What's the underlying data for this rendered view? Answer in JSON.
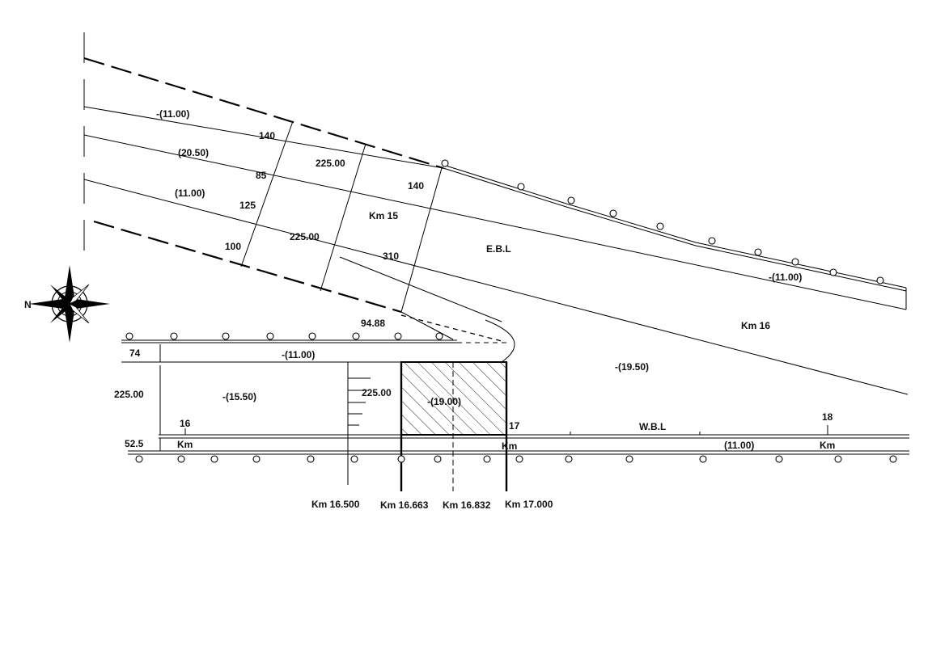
{
  "labels": {
    "depth_top": "-(11.00)",
    "depth_2050": "(20.50)",
    "depth_1100_a": "(11.00)",
    "dim_140_a": "140",
    "dim_85": "85",
    "dim_125": "125",
    "dim_100": "100",
    "dim_22500_a": "225.00",
    "dim_22500_b": "225.00",
    "dim_140_b": "140",
    "km_15": "Km 15",
    "dim_310": "310",
    "ebl": "E.B.L",
    "depth_right": "-(11.00)",
    "km_16_upper": "Km 16",
    "dim_9488": "94.88",
    "dim_74": "74",
    "depth_basin_top": "-(11.00)",
    "depth_1950": "-(19.50)",
    "dim_22500_left": "225.00",
    "depth_1550": "-(15.50)",
    "dim_22500_mid": "225.00",
    "depth_1900": "-(19.00)",
    "km_tick_16": "16",
    "km_tick_17": "17",
    "km_tick_18": "18",
    "wbl": "W.B.L",
    "dim_525": "52.5",
    "km_a": "Km",
    "km_b": "Km",
    "km_c": "Km",
    "depth_1100_bottom": "(11.00)",
    "km_16500": "Km 16.500",
    "km_16663": "Km 16.663",
    "km_16832": "Km 16.832",
    "km_17000": "Km 17.000",
    "compass_n": "N"
  }
}
